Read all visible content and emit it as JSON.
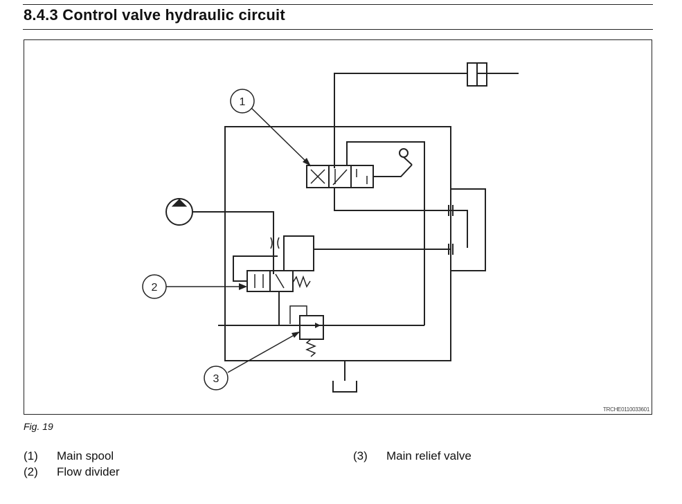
{
  "section": {
    "title": "8.4.3  Control valve hydraulic circuit"
  },
  "figure": {
    "callouts": [
      "1",
      "2",
      "3"
    ],
    "code": "TRCHE0110033601",
    "caption": "Fig. 19"
  },
  "legend": [
    {
      "num": "(1)",
      "label": "Main spool"
    },
    {
      "num": "(2)",
      "label": "Flow divider"
    },
    {
      "num": "(3)",
      "label": "Main relief valve"
    }
  ]
}
